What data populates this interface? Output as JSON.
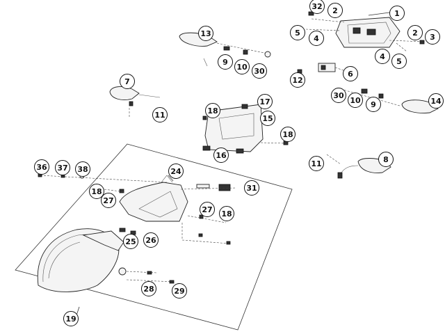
{
  "callouts": [
    {
      "id": "c32",
      "label": "32"
    },
    {
      "id": "c2a",
      "label": "2"
    },
    {
      "id": "c1",
      "label": "1"
    },
    {
      "id": "c5a",
      "label": "5"
    },
    {
      "id": "c4a",
      "label": "4"
    },
    {
      "id": "c2b",
      "label": "2"
    },
    {
      "id": "c3",
      "label": "3"
    },
    {
      "id": "c4b",
      "label": "4"
    },
    {
      "id": "c5b",
      "label": "5"
    },
    {
      "id": "c13",
      "label": "13"
    },
    {
      "id": "c9a",
      "label": "9"
    },
    {
      "id": "c10a",
      "label": "10"
    },
    {
      "id": "c30a",
      "label": "30"
    },
    {
      "id": "c6",
      "label": "6"
    },
    {
      "id": "c12",
      "label": "12"
    },
    {
      "id": "c30b",
      "label": "30"
    },
    {
      "id": "c10b",
      "label": "10"
    },
    {
      "id": "c9b",
      "label": "9"
    },
    {
      "id": "c14",
      "label": "14"
    },
    {
      "id": "c7",
      "label": "7"
    },
    {
      "id": "c11a",
      "label": "11"
    },
    {
      "id": "c17",
      "label": "17"
    },
    {
      "id": "c18a",
      "label": "18"
    },
    {
      "id": "c15",
      "label": "15"
    },
    {
      "id": "c18b",
      "label": "18"
    },
    {
      "id": "c16",
      "label": "16"
    },
    {
      "id": "c11b",
      "label": "11"
    },
    {
      "id": "c8",
      "label": "8"
    },
    {
      "id": "c36",
      "label": "36"
    },
    {
      "id": "c37",
      "label": "37"
    },
    {
      "id": "c38",
      "label": "38"
    },
    {
      "id": "c24",
      "label": "24"
    },
    {
      "id": "c31",
      "label": "31"
    },
    {
      "id": "c18c",
      "label": "18"
    },
    {
      "id": "c27a",
      "label": "27"
    },
    {
      "id": "c27b",
      "label": "27"
    },
    {
      "id": "c18d",
      "label": "18"
    },
    {
      "id": "c25",
      "label": "25"
    },
    {
      "id": "c26",
      "label": "26"
    },
    {
      "id": "c28",
      "label": "28"
    },
    {
      "id": "c29",
      "label": "29"
    },
    {
      "id": "c19",
      "label": "19"
    }
  ]
}
